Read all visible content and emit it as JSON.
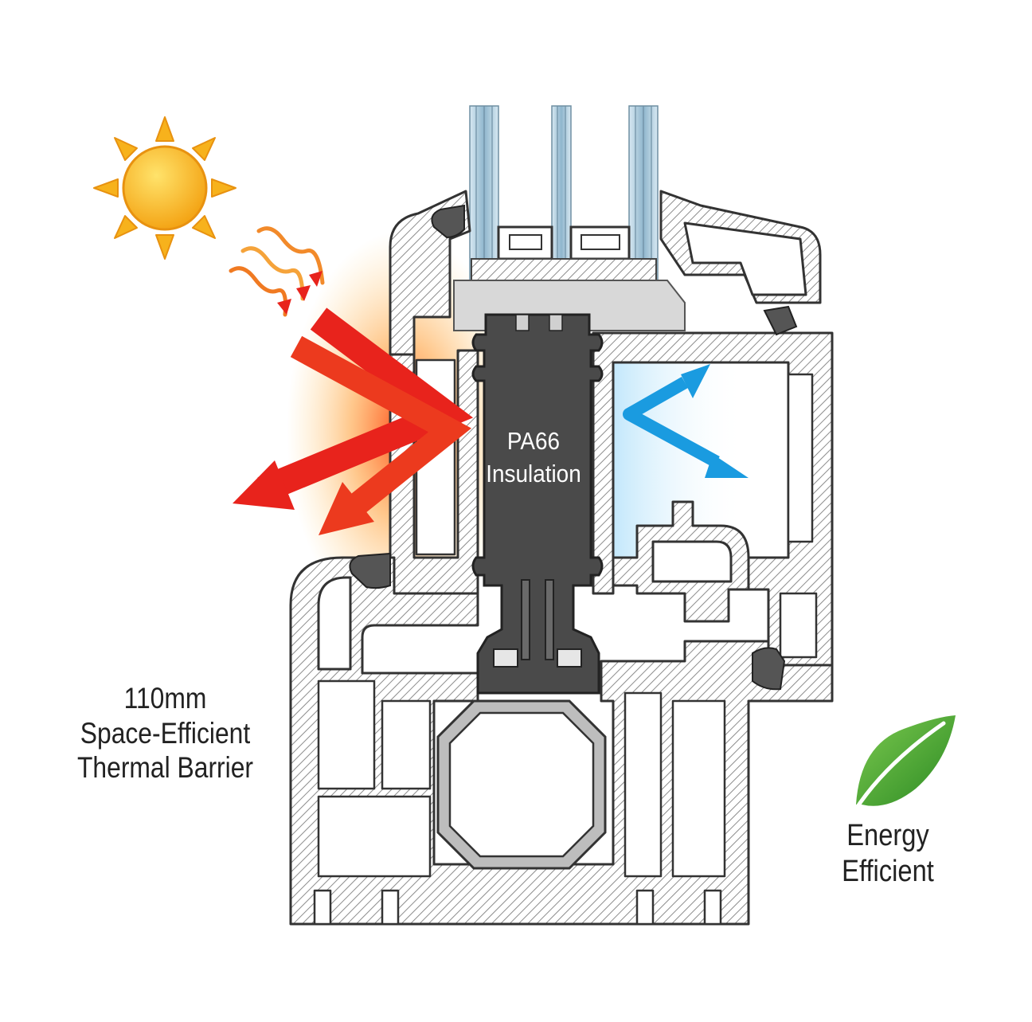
{
  "labels": {
    "insulation": {
      "line1": "PA66",
      "line2": "Insulation"
    },
    "barrier": {
      "line1": "110mm",
      "line2": "Space-Efficient",
      "line3": "Thermal Barrier"
    },
    "energy": {
      "line1": "Energy",
      "line2": "Efficient"
    }
  },
  "icons": {
    "sun": "sun-icon",
    "heat_waves": "heat-wave-icon",
    "leaf": "leaf-icon"
  },
  "colors": {
    "frame_outline": "#333333",
    "hatch": "#9a9a9a",
    "insulation_core": "#4a4a4a",
    "heat_arrow": "#e8231c",
    "cold_arrow": "#1a9be0",
    "sun": "#f7b21c",
    "leaf": "#3a9b2c",
    "glass": "#a9c9dc"
  }
}
